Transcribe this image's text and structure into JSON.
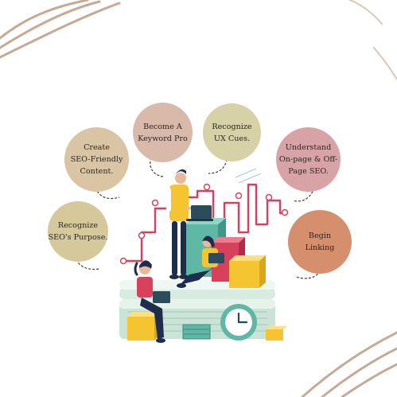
{
  "steps": [
    {
      "id": "keyword",
      "label": "Become A\nKeyword Pro",
      "color": "#d9b9aa"
    },
    {
      "id": "ux",
      "label": "Recognize\nUX Cues.",
      "color": "#d6d1a6"
    },
    {
      "id": "content",
      "label": "Create\nSEO-Friendly\nContent.",
      "color": "#d9c4a4"
    },
    {
      "id": "onoff",
      "label": "Understand\nOn-page & Off-\nPage SEO.",
      "color": "#d8a3a6"
    },
    {
      "id": "purpose",
      "label": "Recognize\nSEO's Purpose.",
      "color": "#d5c99b"
    },
    {
      "id": "linking",
      "label": "Begin\nLinking",
      "color": "#d58f6c"
    }
  ],
  "colors": {
    "decor_lines": "#c6aa95",
    "path_line": "#d9405c",
    "accent_yellow": "#f4c431",
    "accent_teal": "#5fb8a5"
  },
  "illustration": {
    "icons": [
      "people-with-laptops-icon",
      "clock-icon",
      "bar-blocks-icon",
      "paper-stack-icon"
    ]
  }
}
